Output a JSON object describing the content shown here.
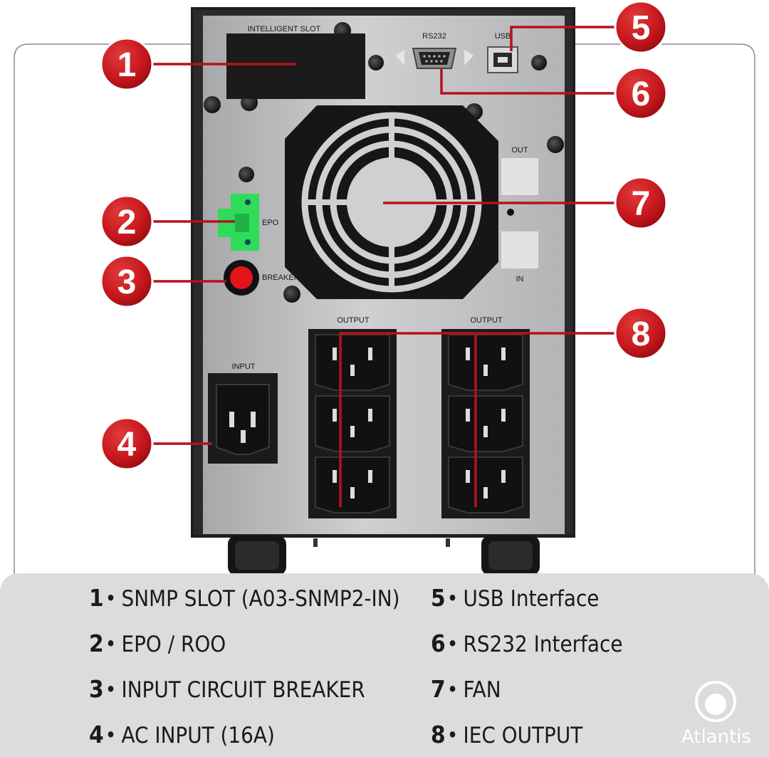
{
  "panel_labels": {
    "intelligent_slot": "INTELLIGENT SLOT",
    "rs232": "RS232",
    "usb": "USB",
    "out": "OUT",
    "in": "IN",
    "epo": "EPO",
    "breaker": "BREAKER",
    "input": "INPUT",
    "output_left": "OUTPUT",
    "output_right": "OUTPUT"
  },
  "callouts": [
    "1",
    "2",
    "3",
    "4",
    "5",
    "6",
    "7",
    "8"
  ],
  "legend": [
    {
      "num": "1",
      "text": "SNMP SLOT (A03-SNMP2-IN)"
    },
    {
      "num": "2",
      "text": "EPO / ROO"
    },
    {
      "num": "3",
      "text": "INPUT CIRCUIT BREAKER"
    },
    {
      "num": "4",
      "text": "AC INPUT (16A)"
    },
    {
      "num": "5",
      "text": "USB Interface"
    },
    {
      "num": "6",
      "text": "RS232 Interface"
    },
    {
      "num": "7",
      "text": "FAN"
    },
    {
      "num": "8",
      "text": "IEC OUTPUT"
    }
  ],
  "brand": "Atlantis",
  "colors": {
    "callout_red": "#c4161c",
    "leader_red": "#b5121b",
    "chassis": "#1e1e1e",
    "panel": "#b9babc",
    "legend_bg": "#dcdcdc",
    "epo_green": "#2fdc5a",
    "breaker_red": "#e5121c"
  }
}
